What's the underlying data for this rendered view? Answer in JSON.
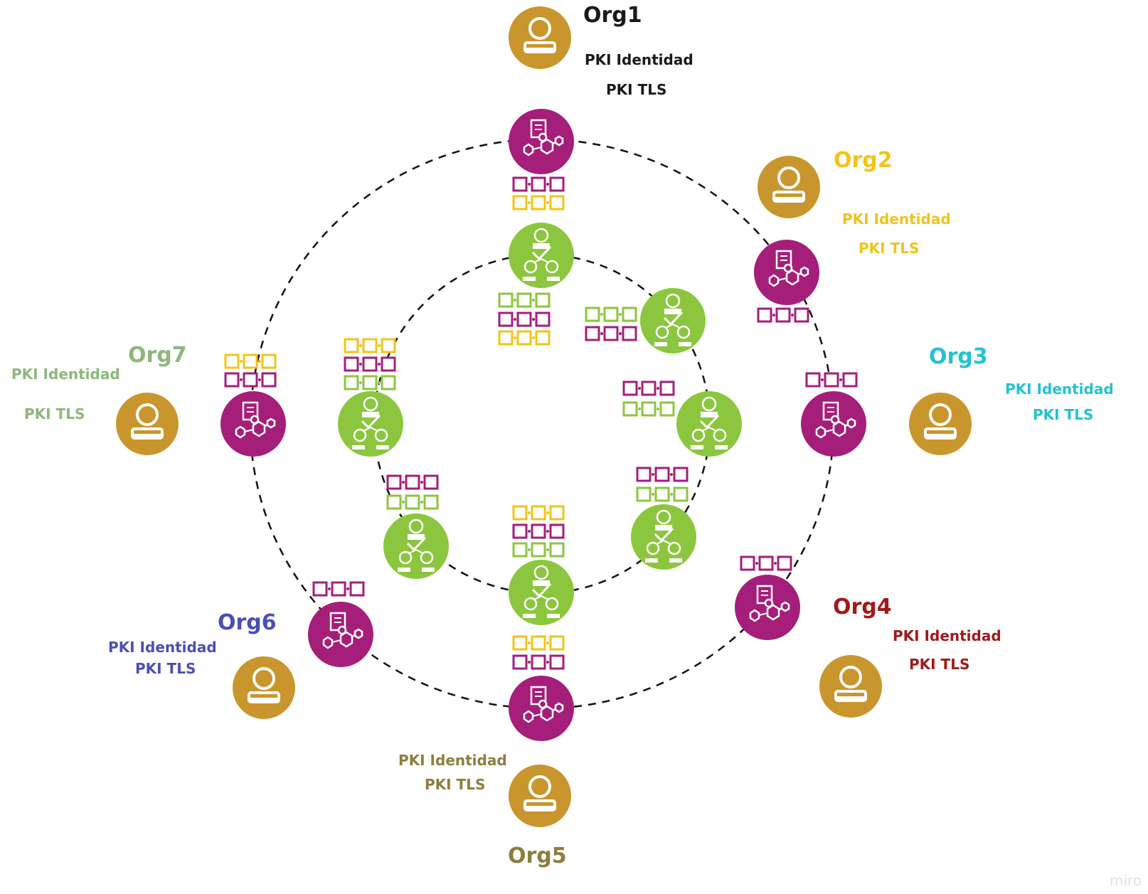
{
  "colors": {
    "person": "#c9962e",
    "orderer": "#a51e7a",
    "peer": "#8cc63f",
    "yellow_chain": "#f0c419",
    "magenta_chain": "#a51e7a",
    "green_chain": "#8cc63f"
  },
  "icons": {
    "person": "user-icon",
    "orderer": "certificate-blocks-icon",
    "peer": "peer-node-icon",
    "ledger": "ledger-chain-icon"
  },
  "orgs": [
    {
      "name": "Org1",
      "color": "#1a1a1a",
      "pki_identity": "PKI Identidad",
      "pki_tls": "PKI TLS"
    },
    {
      "name": "Org2",
      "color": "#f0c419",
      "pki_identity": "PKI Identidad",
      "pki_tls": "PKI TLS"
    },
    {
      "name": "Org3",
      "color": "#25c2cf",
      "pki_identity": "PKI Identidad",
      "pki_tls": "PKI TLS"
    },
    {
      "name": "Org4",
      "color": "#a11a1a",
      "pki_identity": "PKI Identidad",
      "pki_tls": "PKI TLS"
    },
    {
      "name": "Org5",
      "color": "#8b7e3e",
      "pki_identity": "PKI Identidad",
      "pki_tls": "PKI TLS"
    },
    {
      "name": "Org6",
      "color": "#4a4fb5",
      "pki_identity": "PKI Identidad",
      "pki_tls": "PKI TLS"
    },
    {
      "name": "Org7",
      "color": "#8db87a",
      "pki_identity": "PKI Identidad",
      "pki_tls": "PKI TLS"
    }
  ],
  "watermark": "miro"
}
